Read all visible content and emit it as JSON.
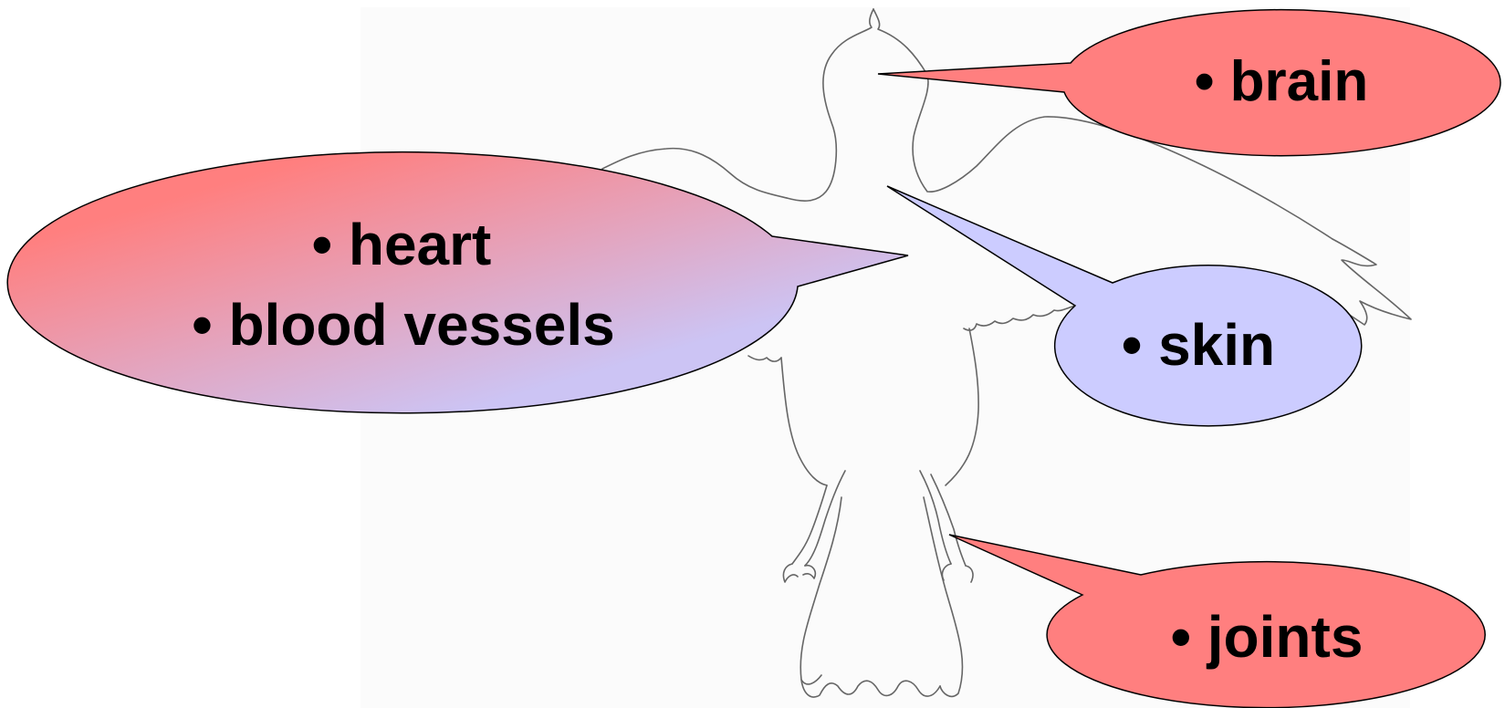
{
  "colors": {
    "background": "#ffffff",
    "panel": "#fbfbfb",
    "outline": "#666666",
    "callout_red": "#ff7f7f",
    "callout_blue": "#ccccff",
    "callout_stroke": "#000000",
    "text": "#000000"
  },
  "figure": {
    "icon": "bird-outline"
  },
  "callouts": {
    "brain": {
      "text": "• brain",
      "fill": "red"
    },
    "heart": {
      "line1": "• heart",
      "line2": "• blood vessels",
      "fill": "red-to-lavender-gradient"
    },
    "skin": {
      "text": "• skin",
      "fill": "blue"
    },
    "joints": {
      "text": "• joints",
      "fill": "red"
    }
  }
}
